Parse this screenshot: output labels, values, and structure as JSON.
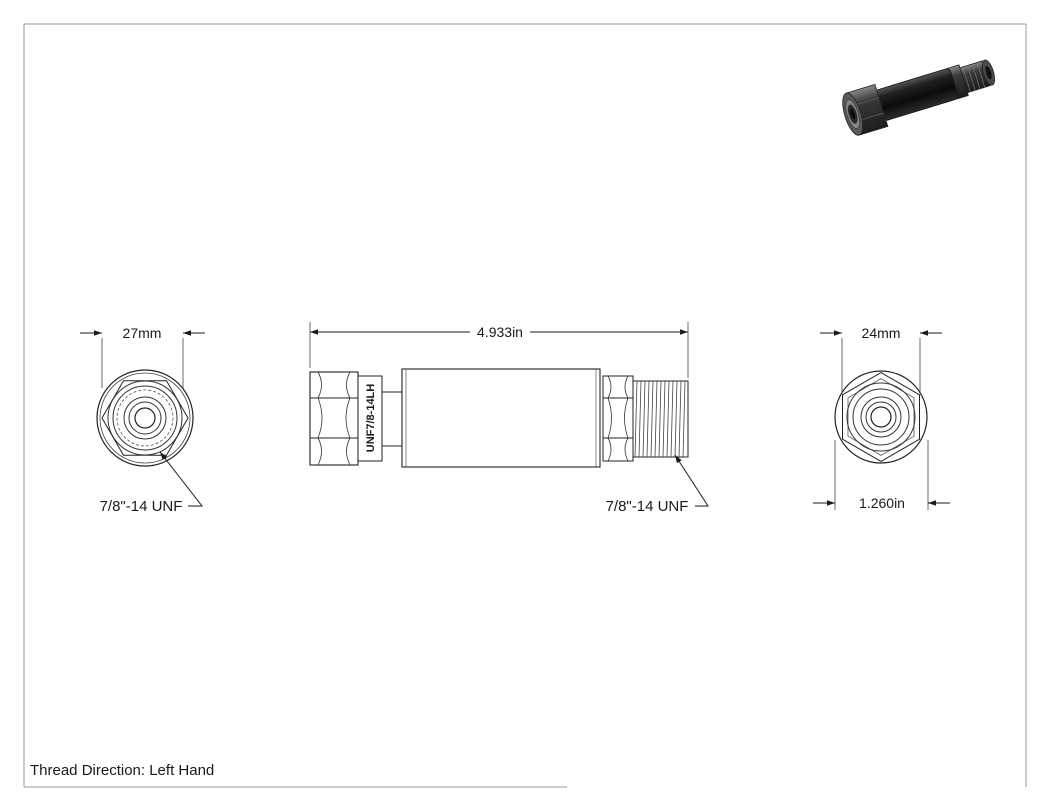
{
  "left_view": {
    "width_dimension": "27mm",
    "thread_callout": "7/8\"-14 UNF"
  },
  "front_view": {
    "length_dimension": "4.933in",
    "engraving": "UNF7/8-14LH",
    "thread_callout": "7/8\"-14 UNF"
  },
  "right_view": {
    "hex_dimension": "24mm",
    "outer_dimension": "1.260in"
  },
  "notes": {
    "thread_direction": "Thread Direction: Left Hand"
  },
  "iso_view": {
    "icon": "isometric-part-render"
  }
}
